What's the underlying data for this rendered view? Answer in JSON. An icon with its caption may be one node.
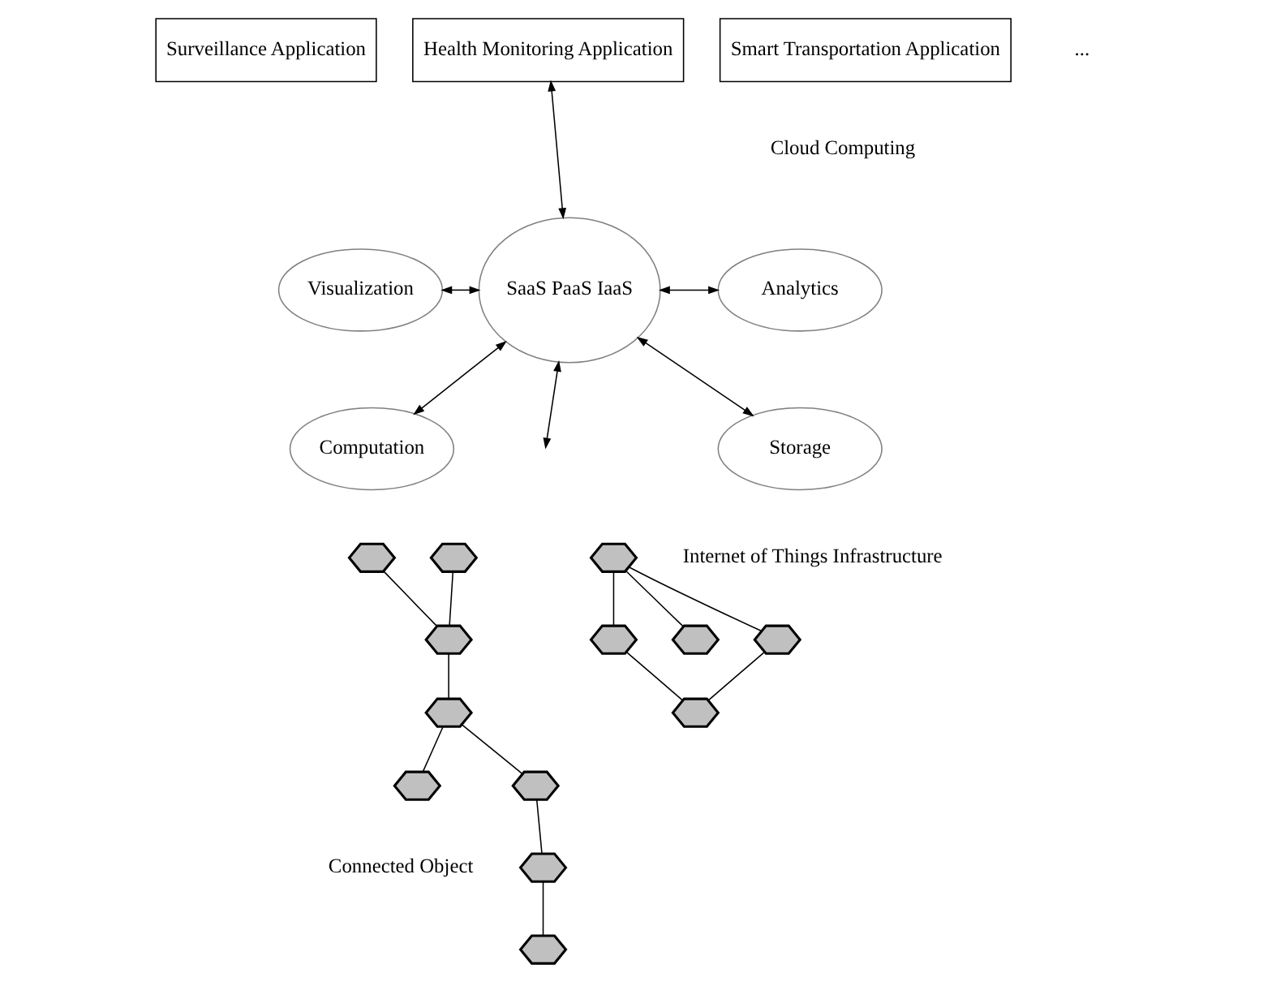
{
  "diagram": {
    "nodes": [
      {
        "text": [
          "Surveillance Application"
        ]
      },
      {
        "text": [
          "Health Monitoring Application"
        ]
      },
      {
        "text": [
          "Smart Transportation Application"
        ]
      },
      {
        "text": [
          "SaaS PaaS IaaS"
        ]
      },
      {
        "text": [
          "Visualization"
        ]
      },
      {
        "text": [
          "Analytics"
        ]
      },
      {
        "text": [
          "Computation"
        ]
      },
      {
        "text": [
          "Storage"
        ]
      },
      {
        "text": [],
        "shape": "hexagon"
      },
      {
        "text": [],
        "shape": "hexagon"
      },
      {
        "text": [],
        "shape": "hexagon"
      },
      {
        "text": [],
        "shape": "hexagon"
      },
      {
        "text": [],
        "shape": "hexagon"
      },
      {
        "text": [],
        "shape": "hexagon"
      },
      {
        "text": [],
        "shape": "hexagon"
      },
      {
        "text": [],
        "shape": "hexagon"
      },
      {
        "text": [],
        "shape": "hexagon"
      },
      {
        "text": [],
        "shape": "hexagon"
      },
      {
        "text": [],
        "shape": "hexagon"
      },
      {
        "text": [],
        "shape": "hexagon"
      },
      {
        "text": [],
        "shape": "hexagon"
      }
    ],
    "edges": [
      {
        "from": 3,
        "to": 1,
        "arrow": "both"
      },
      {
        "from": 4,
        "to": 3,
        "arrow": "both"
      },
      {
        "from": 3,
        "to": 5,
        "arrow": "both"
      },
      {
        "from": 6,
        "to": 3,
        "arrow": "both"
      },
      {
        "from": 3,
        "to": 7,
        "arrow": "both"
      },
      {
        "from": 3,
        "to": null,
        "arrow": "both"
      },
      {
        "from": 8,
        "to": 10,
        "arrow": "none"
      },
      {
        "from": 9,
        "to": 10,
        "arrow": "none"
      },
      {
        "from": 10,
        "to": 11,
        "arrow": "none"
      },
      {
        "from": 11,
        "to": 12,
        "arrow": "none"
      },
      {
        "from": 11,
        "to": 13,
        "arrow": "none"
      },
      {
        "from": 12,
        "to": 14,
        "arrow": "none"
      },
      {
        "from": 14,
        "to": 15,
        "arrow": "none"
      },
      {
        "from": 16,
        "to": 17,
        "arrow": "none"
      },
      {
        "from": 16,
        "to": 18,
        "arrow": "none"
      },
      {
        "from": 16,
        "to": 19,
        "arrow": "none"
      },
      {
        "from": 18,
        "to": 20,
        "arrow": "none"
      },
      {
        "from": 17,
        "to": 20,
        "arrow": "none"
      }
    ],
    "labels": [
      "...",
      "Cloud Computing",
      "Internet of Things Infrastructure",
      "Connected Object"
    ]
  }
}
